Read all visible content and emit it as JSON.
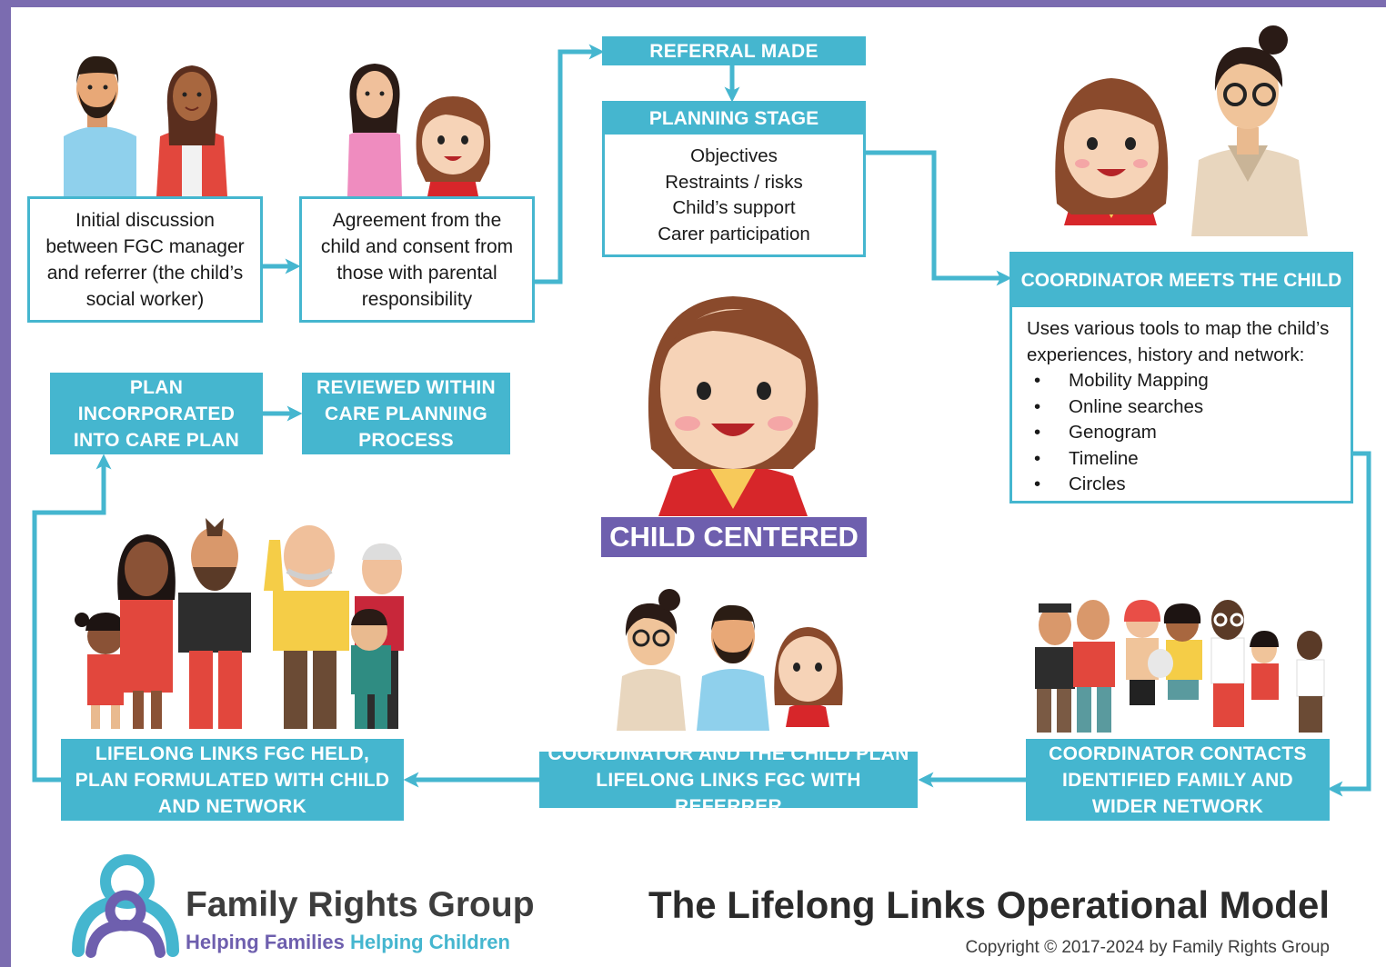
{
  "colors": {
    "teal": "#45b6cf",
    "purple": "#6e5fae",
    "frame": "#7b6cb0",
    "text_dark": "#1a1a1a"
  },
  "boxes": {
    "initial_discussion": [
      "Initial discussion",
      "between FGC manager",
      "and referrer (the child’s",
      "social worker)"
    ],
    "agreement": [
      "Agreement from the",
      "child and consent from",
      "those with parental",
      "responsibility"
    ]
  },
  "banners": {
    "referral_made": "REFERRAL MADE",
    "plan_incorporated": [
      "PLAN",
      "INCORPORATED",
      "INTO CARE PLAN"
    ],
    "reviewed_within": [
      "REVIEWED WITHIN",
      "CARE PLANNING",
      "PROCESS"
    ],
    "lifelong_links_held": [
      "LIFELONG LINKS FGC HELD, PLAN",
      "FORMULATED WITH CHILD AND",
      "NETWORK"
    ],
    "coordinator_child_plan": [
      "COORDINATOR AND THE CHILD PLAN",
      "LIFELONG LINKS FGC WITH REFERRER"
    ],
    "coordinator_contacts": [
      "COORDINATOR CONTACTS",
      "IDENTIFIED FAMILY AND",
      "WIDER NETWORK"
    ]
  },
  "planning_stage": {
    "header": "PLANNING STAGE",
    "items": [
      "Objectives",
      "Restraints / risks",
      "Child’s support",
      "Carer participation"
    ]
  },
  "coordinator_meets": {
    "header": "COORDINATOR MEETS THE CHILD",
    "intro": [
      "Uses various tools to map the child’s",
      "experiences, history and network:"
    ],
    "tools": [
      "Mobility Mapping",
      "Online searches",
      "Genogram",
      "Timeline",
      "Circles"
    ]
  },
  "center_label": "CHILD CENTERED",
  "footer": {
    "org_name": "Family Rights Group",
    "tagline_a": "Helping Families",
    "tagline_b": "Helping Children",
    "title": "The Lifelong Links Operational Model",
    "copyright": "Copyright © 2017-2024 by Family Rights Group"
  },
  "icons": {
    "logo": "family-rights-group-logo-icon",
    "people": "person-illustration-icon",
    "arrows": "flow-arrow-icon"
  }
}
